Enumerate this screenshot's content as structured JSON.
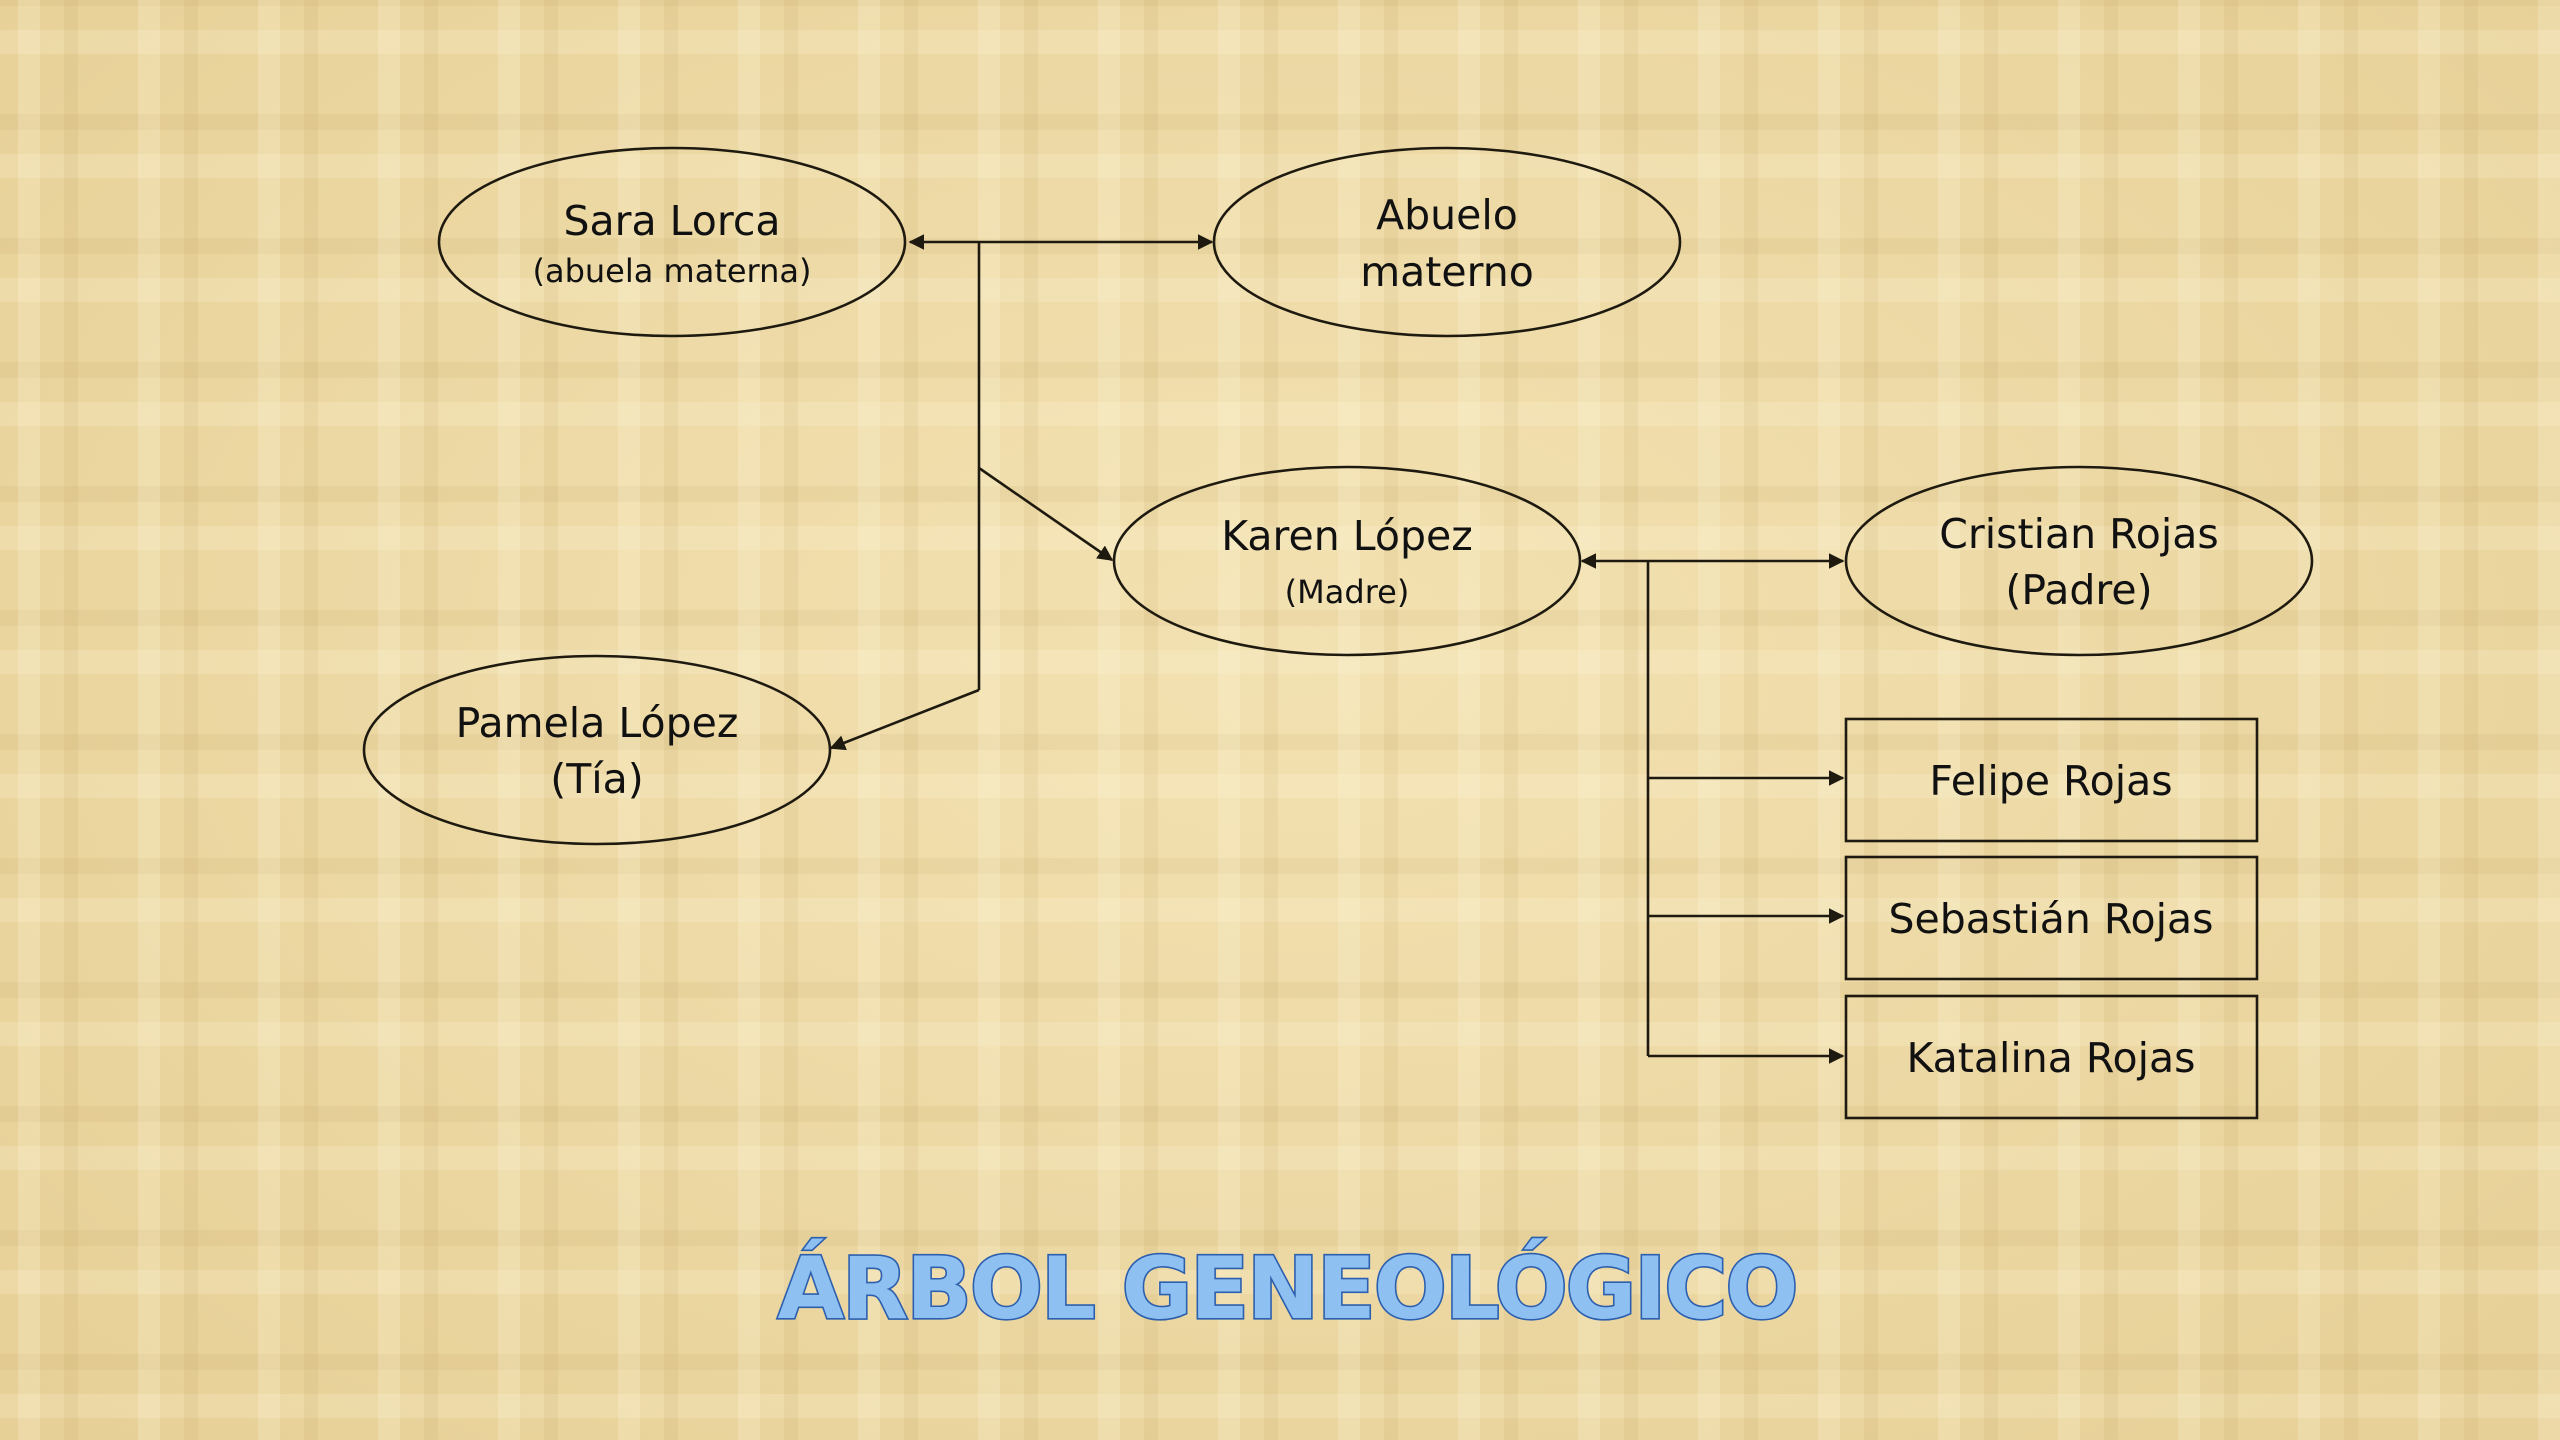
{
  "title": "ÁRBOL GENEOLÓGICO",
  "nodes": {
    "sara": {
      "line1": "Sara Lorca",
      "line2": "(abuela materna)"
    },
    "abuelo": {
      "line1": "Abuelo",
      "line2": "materno"
    },
    "karen": {
      "line1": "Karen López",
      "line2": "(Madre)"
    },
    "cristian": {
      "line1": "Cristian Rojas",
      "line2": "(Padre)"
    },
    "pamela": {
      "line1": "Pamela López",
      "line2": "(Tía)"
    },
    "felipe": {
      "label": "Felipe Rojas"
    },
    "sebastian": {
      "label": "Sebastián Rojas"
    },
    "katalina": {
      "label": "Katalina Rojas"
    }
  },
  "colors": {
    "background": "#ecd7a0",
    "line": "#1e1a10",
    "title_fill": "#8fc0f2",
    "title_stroke": "#2c5fae"
  }
}
